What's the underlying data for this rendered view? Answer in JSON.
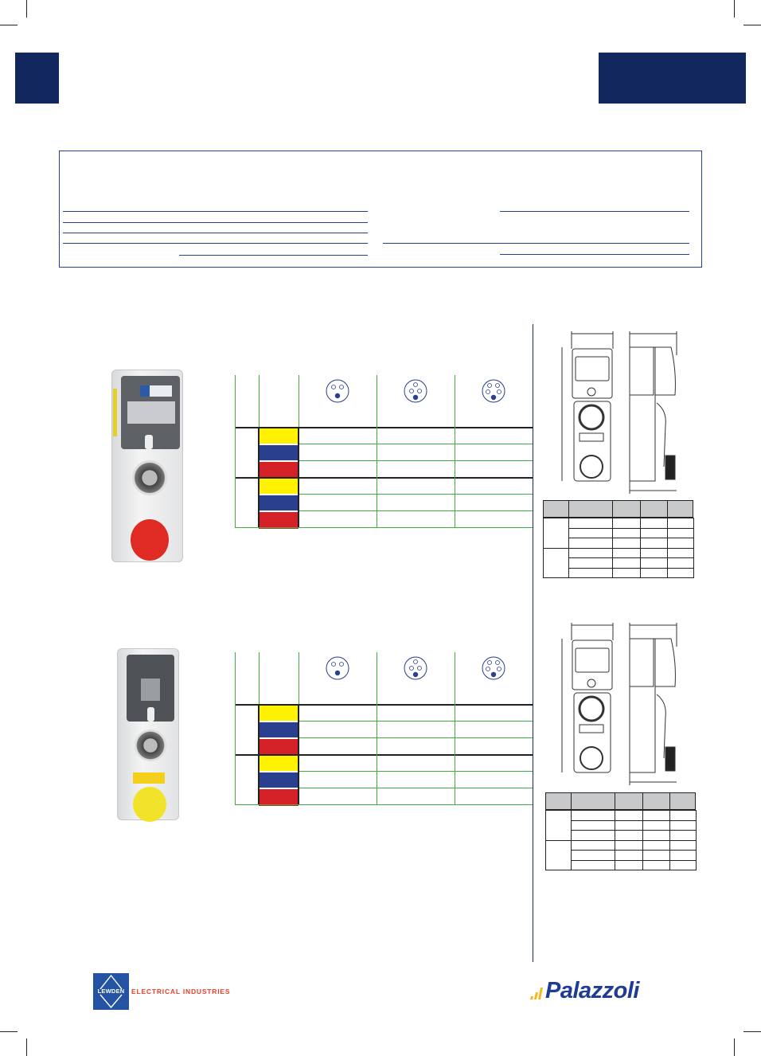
{
  "header": {
    "left_block_color": "#12275e",
    "right_block_color": "#12275e"
  },
  "colors": {
    "yellow": "#fff200",
    "blue": "#2b3f8f",
    "red": "#d42027",
    "grid_green": "#3fae3f",
    "frame_blue": "#2a3f8f"
  },
  "socket_tables": [
    {
      "poles": [
        3,
        4,
        5
      ],
      "groups": [
        [
          "yellow",
          "blue",
          "red"
        ],
        [
          "yellow",
          "blue",
          "red"
        ]
      ]
    },
    {
      "poles": [
        3,
        4,
        5
      ],
      "groups": [
        [
          "yellow",
          "blue",
          "red"
        ],
        [
          "yellow",
          "blue",
          "red"
        ]
      ]
    }
  ],
  "footer": {
    "lewden_logo_word": "LEWDEN",
    "lewden_tagline": "ELECTRICAL INDUSTRIES",
    "palazzoli_logo": "Palazzoli"
  }
}
